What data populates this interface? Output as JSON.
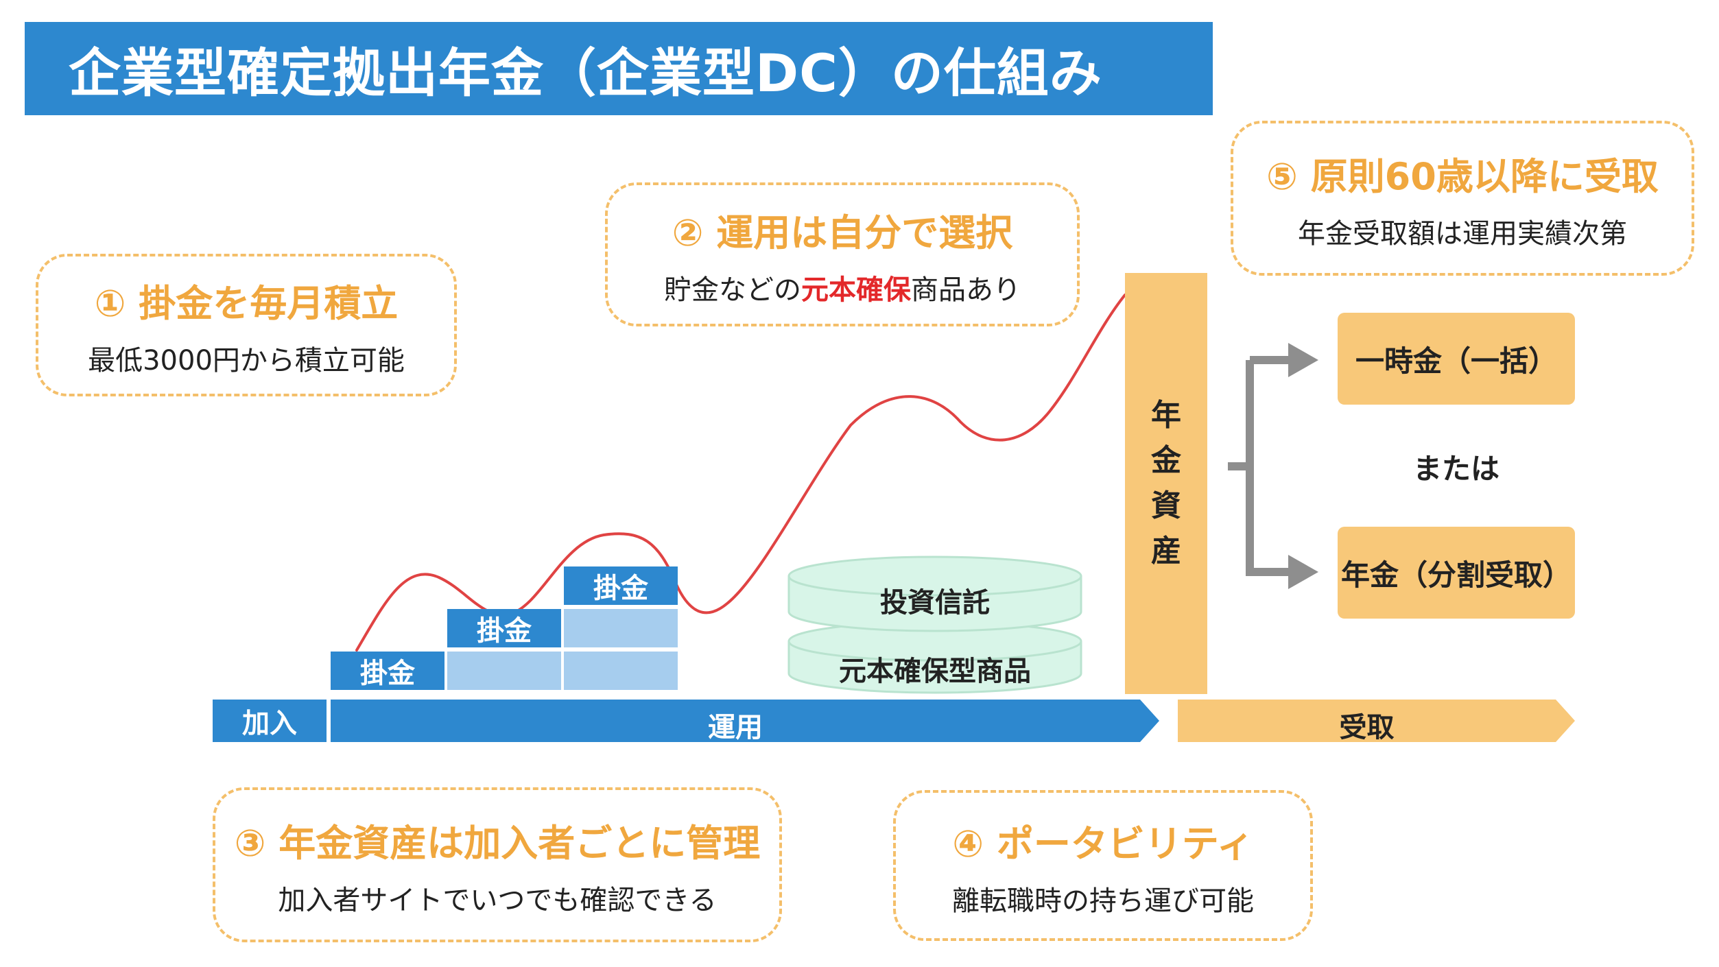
{
  "title": "企業型確定拠出年金（企業型DC）の仕組み",
  "notes": {
    "n1": {
      "title": "① 掛金を毎月積立",
      "body": "最低3000円から積立可能"
    },
    "n2": {
      "title": "② 運用は自分で選択",
      "body_before": "貯金などの",
      "body_highlight": "元本確保",
      "body_after": "商品あり"
    },
    "n3": {
      "title": "③ 年金資産は加入者ごとに管理",
      "body": "加入者サイトでいつでも確認できる"
    },
    "n4": {
      "title": "④ ポータビリティ",
      "body": "離転職時の持ち運び可能"
    },
    "n5": {
      "title": "⑤ 原則60歳以降に受取",
      "body": "年金受取額は運用実績次第"
    }
  },
  "blocks": {
    "contribution_label": "掛金"
  },
  "products": {
    "investment_trust": "投資信託",
    "principal_guaranteed": "元本確保型商品"
  },
  "asset_bar": {
    "chars": [
      "年",
      "金",
      "資",
      "産"
    ]
  },
  "payout": {
    "lump_sum": "一時金（一括）",
    "or": "または",
    "annuity": "年金（分割受取）"
  },
  "timeline": {
    "join": "加入",
    "invest": "運用",
    "receive": "受取"
  },
  "colors": {
    "blue": "#2d88cf",
    "light_blue": "#a6cdee",
    "orange": "#f8c879",
    "note_text": "#f0a73e",
    "note_border": "#f4bf6a",
    "line": "#e04343",
    "mint": "#d8f5e8",
    "arrow_gray": "#8e8e8e",
    "highlight": "#e3282a"
  }
}
